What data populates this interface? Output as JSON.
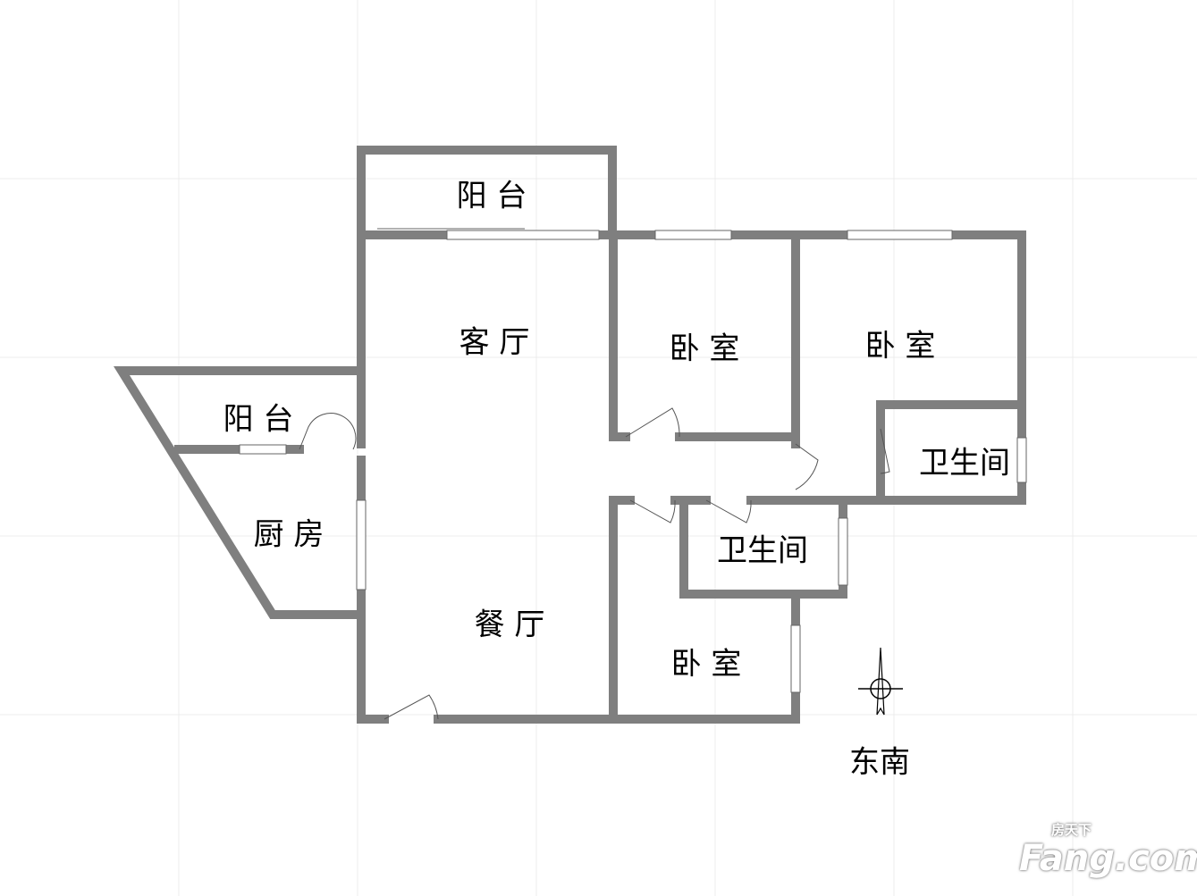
{
  "rooms": {
    "balcony_top": "阳 台",
    "living_room": "客 厅",
    "bedroom_1": "卧 室",
    "bedroom_2": "卧 室",
    "balcony_left": "阳 台",
    "bathroom_1": "卫生间",
    "kitchen": "厨 房",
    "bathroom_2": "卫生间",
    "dining_room": "餐 厅",
    "bedroom_3": "卧 室"
  },
  "orientation": "东南",
  "compass_icon": "north-arrow",
  "watermark": {
    "brand": "Fang.com",
    "brand_cn": "房天下"
  },
  "colors": {
    "wall": "#7f7f7f",
    "grid": "#ececec"
  }
}
